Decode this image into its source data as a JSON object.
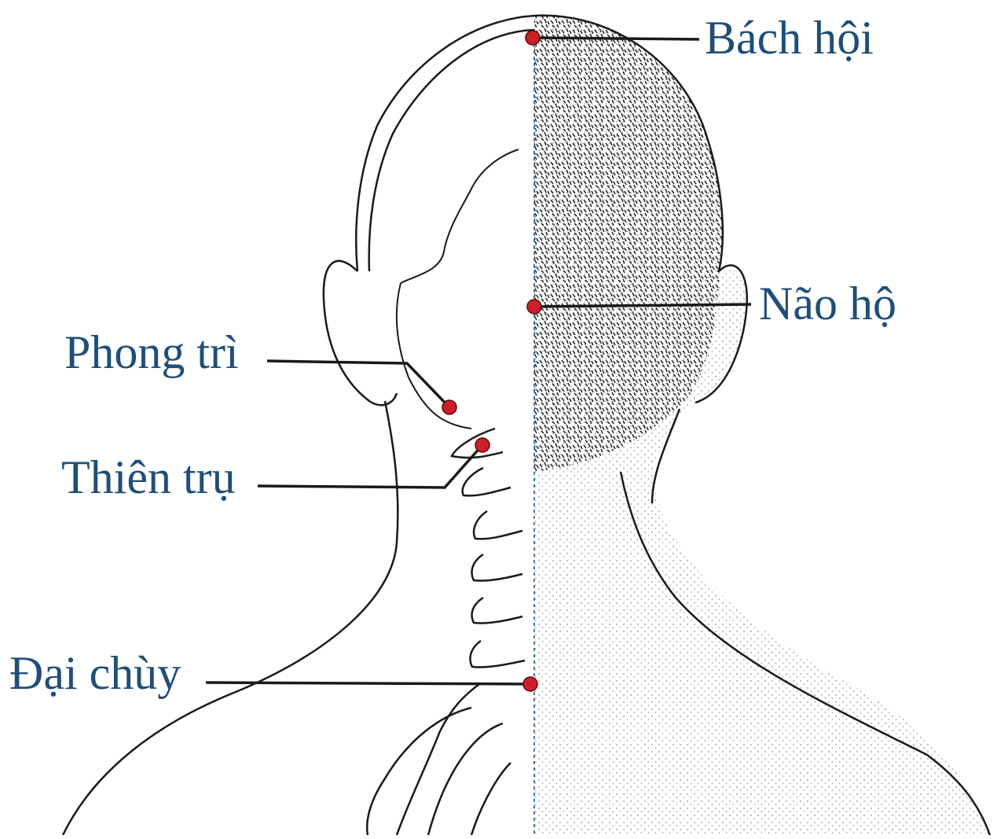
{
  "colors": {
    "label": "#1f4e79",
    "point": "#cc1f2a",
    "line": "#1a1a1a",
    "stipple": "#2b2b2b"
  },
  "points": [
    {
      "id": "bach-hoi",
      "label": "Bách hội"
    },
    {
      "id": "nao-ho",
      "label": "Não hộ"
    },
    {
      "id": "phong-tri",
      "label": "Phong trì"
    },
    {
      "id": "thien-tru",
      "label": "Thiên trụ"
    },
    {
      "id": "dai-chuy",
      "label": "Đại chùy"
    }
  ]
}
